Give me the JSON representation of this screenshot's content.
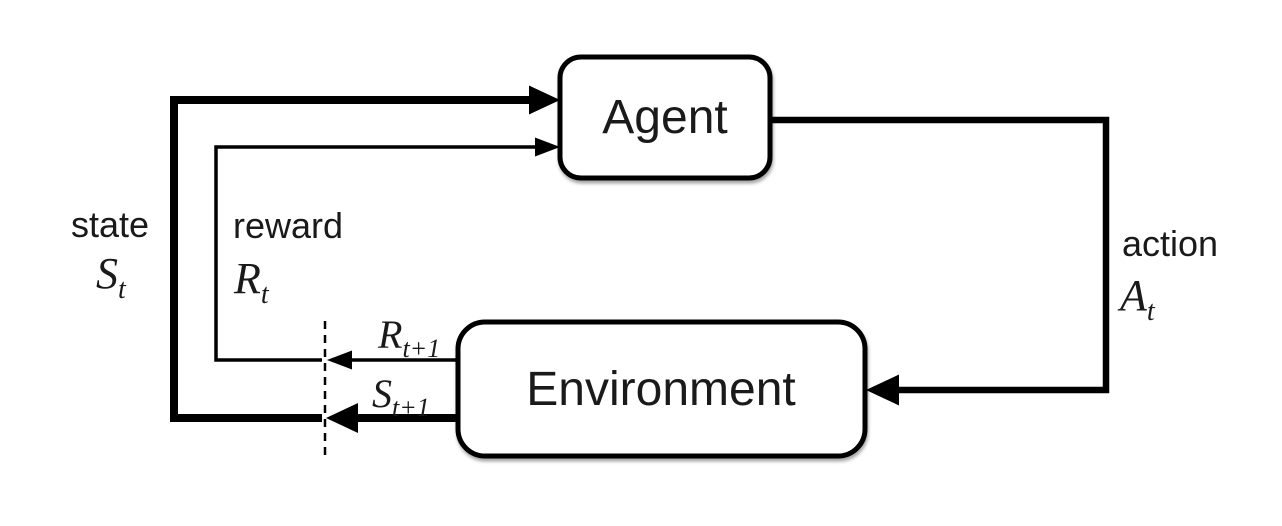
{
  "diagram": {
    "title_semantic": "agent-environment-interaction-loop",
    "nodes": {
      "agent": "Agent",
      "environment": "Environment"
    },
    "labels": {
      "state": {
        "word": "state",
        "sym": "S",
        "sub": "t"
      },
      "reward": {
        "word": "reward",
        "sym": "R",
        "sub": "t"
      },
      "action": {
        "word": "action",
        "sym": "A",
        "sub": "t"
      },
      "reward_next": {
        "sym": "R",
        "sub": "t+1"
      },
      "state_next": {
        "sym": "S",
        "sub": "t+1"
      }
    },
    "colors": {
      "stroke": "#000000",
      "background": "#ffffff",
      "box_fill": "#ffffff",
      "text": "#1a1a1a"
    }
  }
}
